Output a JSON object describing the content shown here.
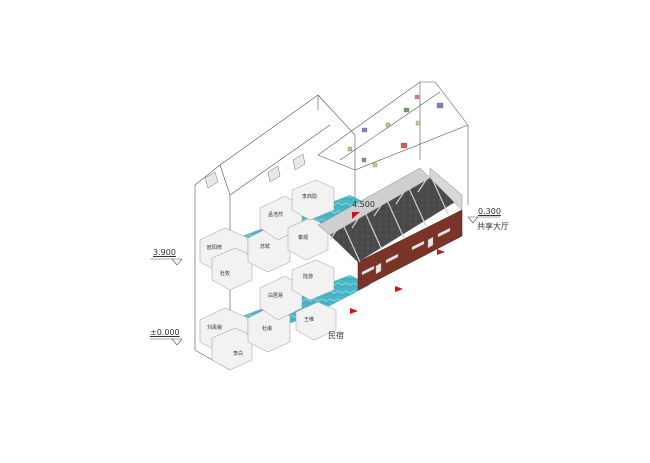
{
  "diagram": {
    "type": "architectural-axonometric",
    "colors": {
      "water": "#3fb3c4",
      "water_light": "#9fdbe4",
      "volume_fill": "#f2f2f2",
      "volume_edge": "#9a9a9a",
      "hall_floor": "#4a4a4a",
      "brick": "#7a3326",
      "marker_red": "#d0121b",
      "line": "#555555"
    }
  },
  "elevations": {
    "level_3900": "3.900",
    "level_0000": "±0.000",
    "level_4500": "4.500",
    "level_0300": "0.300"
  },
  "zones": {
    "guesthouse": "民宿",
    "shared_hall": "共享大厅"
  },
  "rooms": {
    "upper": [
      "孟浩然",
      "李商隐",
      "秦观",
      "苏轼",
      "欧阳修",
      "杜牧"
    ],
    "lower": [
      "刘禹锡",
      "李白",
      "杜甫",
      "白居易",
      "王维",
      "陆游"
    ]
  },
  "skylights": [
    {
      "color": "#7e7fc4"
    },
    {
      "color": "#b8c77a"
    },
    {
      "color": "#6f9a6f"
    },
    {
      "color": "#d57a80"
    },
    {
      "color": "#b8c77a"
    },
    {
      "color": "#6f9a6f"
    },
    {
      "color": "#d55a60"
    },
    {
      "color": "#c9d07a"
    },
    {
      "color": "#7e7fc4"
    }
  ]
}
